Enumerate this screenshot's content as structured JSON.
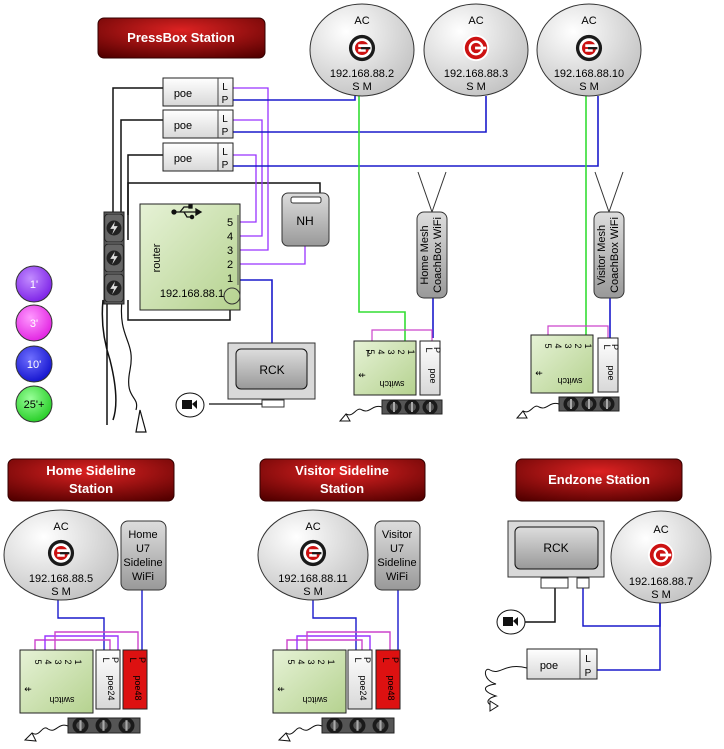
{
  "stations": {
    "pressbox": "PressBox Station",
    "home_line1": "Home Sideline",
    "home_line2": "Station",
    "visitor_line1": "Visitor Sideline",
    "visitor_line2": "Station",
    "endzone": "Endzone Station"
  },
  "ac": {
    "label": "AC",
    "ports": "S M",
    "pressbox_ips": [
      "192.168.88.2",
      "192.168.88.3",
      "192.168.88.10"
    ],
    "home_ip": "192.168.88.5",
    "visitor_ip": "192.168.88.11",
    "endzone_ip": "192.168.88.7"
  },
  "poe": {
    "label": "poe",
    "port_l": "L",
    "port_p": "P"
  },
  "router": {
    "label": "router",
    "ip": "192.168.88.1",
    "ports": [
      "5",
      "4",
      "3",
      "2",
      "1"
    ]
  },
  "nh": {
    "label": "NH"
  },
  "rck": {
    "label": "RCK"
  },
  "mesh": {
    "home_line1": "Home Mesh",
    "home_line2": "CoachBox WiFi",
    "visitor_line1": "Visitor Mesh",
    "visitor_line2": "CoachBox WiFi"
  },
  "u7": {
    "home": [
      "Home",
      "U7",
      "Sideline",
      "WiFi"
    ],
    "visitor": [
      "Visitor",
      "U7",
      "Sideline",
      "WiFi"
    ]
  },
  "switch": {
    "label": "switch",
    "ports": [
      "5",
      "4",
      "3",
      "2",
      "1"
    ]
  },
  "poe24": {
    "label": "poe24"
  },
  "poe48": {
    "label": "poe48"
  },
  "legend": {
    "items": [
      {
        "label": "1'",
        "color": "#9933ff"
      },
      {
        "label": "3'",
        "color": "#ff33ff"
      },
      {
        "label": "10'",
        "color": "#1a1aee"
      },
      {
        "label": "25'+",
        "color": "#33ee33"
      }
    ]
  },
  "colors": {
    "station_header": "#aa0000",
    "cable_1ft": "#9933ff",
    "cable_3ft": "#cc44cc",
    "cable_10ft": "#1a1acc",
    "cable_25ft": "#33dd33",
    "switch_body": "#d4e8b8",
    "poe48_body": "#dd1111"
  }
}
